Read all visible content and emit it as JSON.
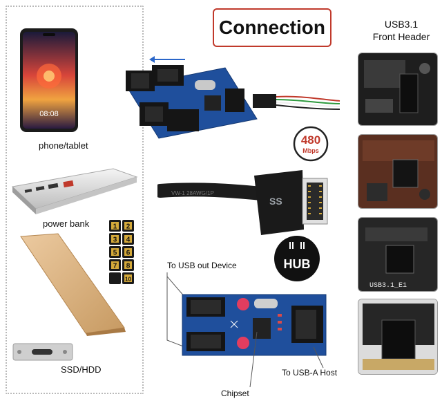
{
  "header": {
    "title": "Connection",
    "front_header_line1": "USB3.1",
    "front_header_line2": "Front Header"
  },
  "devices": {
    "phone_label": "phone/tablet",
    "phone_time": "08:08",
    "powerbank_label": "power bank",
    "ssd_label": "SSD/HDD"
  },
  "pins": [
    "1",
    "2",
    "3",
    "4",
    "5",
    "6",
    "7",
    "8",
    "",
    "10"
  ],
  "speed_badge": {
    "value": "480",
    "unit": "Mbps"
  },
  "hub_label": "HUB",
  "cable_print": "VW-1  28AWG/1P",
  "usb3_logo": "SS",
  "front_header_photo_label": "USB3.1_E1",
  "callouts": {
    "to_device": "To USB out Device",
    "to_host": "To USB-A Host",
    "chipset": "Chipset"
  },
  "colors": {
    "title_border": "#c0392b",
    "pcb_blue": "#1f4f9c",
    "arrow_blue": "#2a66c9",
    "speed_red": "#c0392b",
    "ssd_gold": "#d9b27c"
  }
}
